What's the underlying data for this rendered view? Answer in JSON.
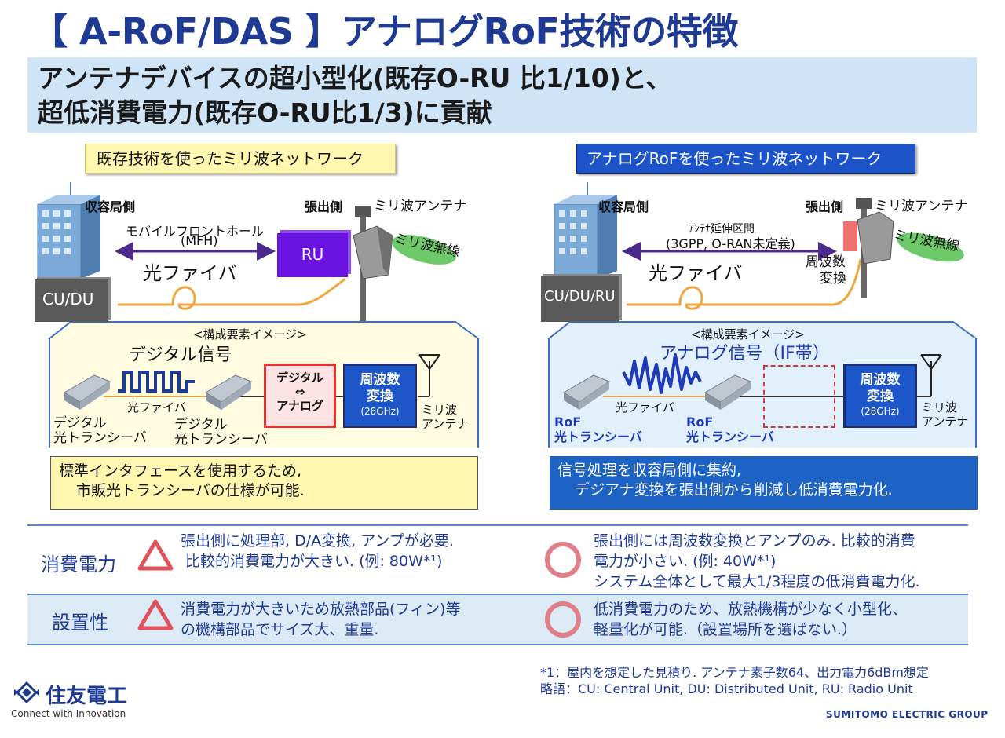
{
  "title": "【 A-RoF/DAS 】アナログRoF技術の特徴",
  "headline": {
    "line1": "アンテナデバイスの超小型化(既存O-RU 比1/10)と、",
    "line2": "超低消費電力(既存O-RU比1/3)に貢献"
  },
  "legacy": {
    "label": "既存技術を使ったミリ波ネットワーク",
    "station_side": "収容局側",
    "remote_side": "張出側",
    "antenna": "ミリ波アンテナ",
    "wireless": "ミリ波無線",
    "link_name": "モバイルフロントホール",
    "link_abbr": "(MFH)",
    "fiber": "光ファイバ",
    "cu": "CU/DU",
    "ru": "RU",
    "compo_title": "<構成要素イメージ>",
    "signal": "デジタル信号",
    "fiber_small": "光ファイバ",
    "tx1_line1": "デジタル",
    "tx1_line2": "光トランシーバ",
    "tx2_line1": "デジタル",
    "tx2_line2": "光トランシーバ",
    "conv_line1": "デジタル",
    "conv_arrow": "⇔",
    "conv_line2": "アナログ",
    "freq_line1": "周波数",
    "freq_line2": "変換",
    "freq_band": "(28GHz)",
    "ant_line1": "ミリ波",
    "ant_line2": "アンテナ",
    "note_line1": "標準インタフェースを使用するため,",
    "note_line2": "市販光トランシーバの仕様が可能."
  },
  "rof": {
    "label": "アナログRoFを使ったミリ波ネットワーク",
    "station_side": "収容局側",
    "remote_side": "張出側",
    "antenna": "ミリ波アンテナ",
    "wireless": "ミリ波無線",
    "link_name": "ｱﾝﾃﾅ延伸区間",
    "link_abbr": "(3GPP, O-RAN未定義)",
    "fiber": "光ファイバ",
    "cu": "CU/DU/RU",
    "freq_conv_line1": "周波数",
    "freq_conv_line2": "変換",
    "compo_title": "<構成要素イメージ>",
    "signal": "アナログ信号（IF帯）",
    "fiber_small": "光ファイバ",
    "tx1_line1": "RoF",
    "tx1_line2": "光トランシーバ",
    "tx2_line1": "RoF",
    "tx2_line2": "光トランシーバ",
    "freq_line1": "周波数",
    "freq_line2": "変換",
    "freq_band": "(28GHz)",
    "ant_line1": "ミリ波",
    "ant_line2": "アンテナ",
    "note_line1": "信号処理を収容局側に集約,",
    "note_line2": "デジアナ変換を張出側から削減し低消費電力化."
  },
  "comparison": {
    "power": {
      "label": "消費電力",
      "legacy_line1": "張出側に処理部, D/A変換, アンプが必要.",
      "legacy_line2": "比較的消費電力が大きい. (例: 80W*¹)",
      "rof_line1": "張出側には周波数変換とアンプのみ. 比較的消費",
      "rof_line2": "電力が小さい. (例: 40W*¹)",
      "rof_line3": "システム全体として最大1/3程度の低消費電力化."
    },
    "install": {
      "label": "設置性",
      "legacy_line1": "消費電力が大きいため放熱部品(フィン)等",
      "legacy_line2": "の機構部品でサイズ大、重量.",
      "rof_line1": "低消費電力のため、放熱機構が少なく小型化、",
      "rof_line2": "軽量化が可能.（設置場所を選ばない.）"
    }
  },
  "footnote1": "*1：屋内を想定した見積り. アンテナ素子数64、出力電力6dBm想定",
  "footnote2": "略語：CU: Central Unit, DU: Distributed Unit, RU: Radio Unit",
  "logo": {
    "name": "住友電工",
    "tagline": "Connect with Innovation"
  },
  "group_name": "SUMITOMO ELECTRIC GROUP",
  "colors": {
    "title_blue": "#1f3a93",
    "headline_bg": "#cfe5f7",
    "legacy_yellow": "#fff7b0",
    "rof_blue": "#1d53c9",
    "ru_purple": "#6a12e0",
    "fiber_orange": "#f0a742",
    "triangle_red": "#e0525b",
    "circle_pink": "#e07f87"
  },
  "icons": [
    "building-icon",
    "antenna-unit-icon",
    "transceiver-icon",
    "dipole-antenna-icon",
    "triangle-mark-icon",
    "circle-mark-icon",
    "sumitomo-logo-icon"
  ]
}
